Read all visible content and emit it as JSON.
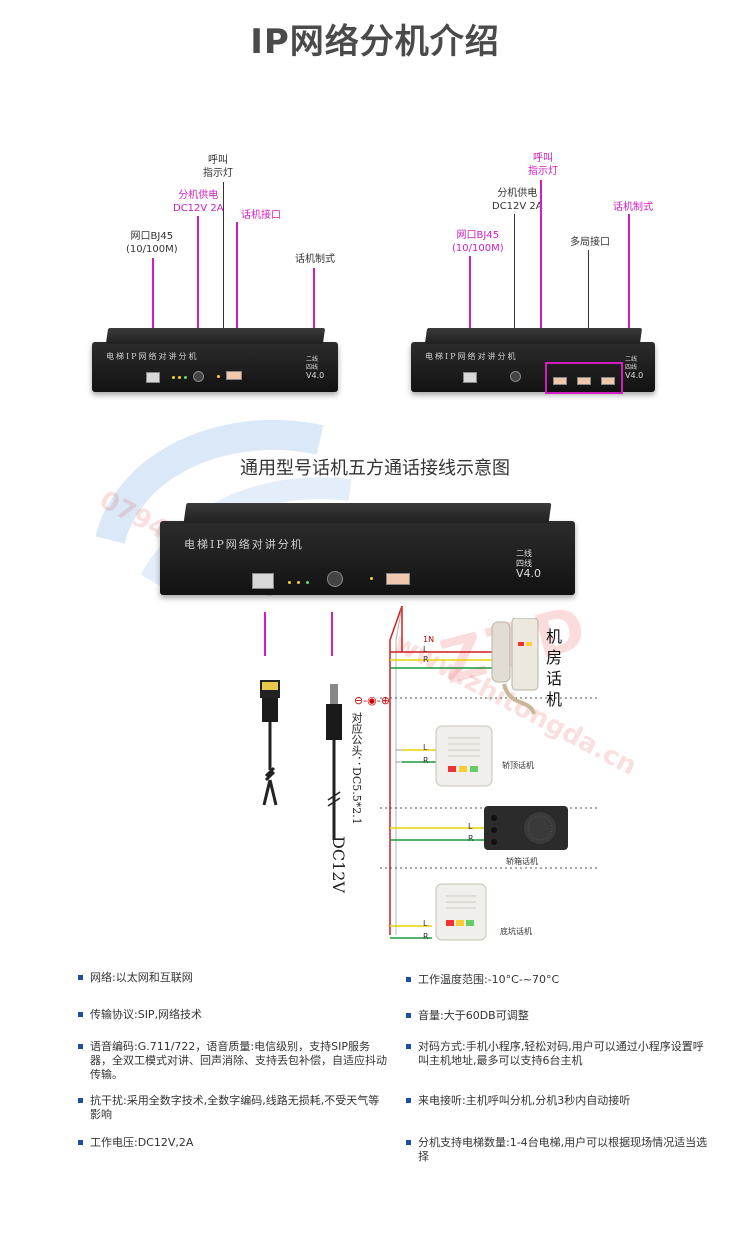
{
  "title": "IP网络分机介绍",
  "device1": {
    "labels": {
      "call_light": "呼叫\n指示灯",
      "power": "分机供电\nDC12V 2A",
      "handset_port": "话机接口",
      "network": "网口BJ45\n(10/100M)",
      "system": "话机制式"
    },
    "name": "电梯IP网络对讲分机",
    "system_marks": [
      "二线",
      "四线",
      "V4.0"
    ]
  },
  "device2": {
    "labels": {
      "call_light": "呼叫\n指示灯",
      "power": "分机供电\nDC12V 2A",
      "system": "话机制式",
      "network": "网口BJ45\n(10/100M)",
      "multi_port": "多局接口"
    },
    "name": "电梯IP网络对讲分机",
    "system_marks": [
      "二线",
      "四线",
      "V4.0"
    ]
  },
  "diagram": {
    "title": "通用型号话机五方通话接线示意图",
    "device_name": "电梯IP网络对讲分机",
    "system_marks": [
      "二线",
      "四线",
      "V4.0"
    ],
    "connector_note": "对应公头：DC5.5*2.1",
    "dc": "DC12V",
    "machine_room": "机房话机",
    "car_top": "轿顶话机",
    "car": "轿箱话机",
    "pit": "底坑话机",
    "wire_labels": {
      "n": "1N",
      "l": "L",
      "r": "R"
    },
    "watermark_number": "07942288818",
    "watermark_site": "www.zhitongda.cn"
  },
  "specs": {
    "left": [
      "网络:以太网和互联网",
      "传输协议:SIP,网络技术",
      "语音编码:G.711/722，语音质量:电信级别，支持SIP服务器，全双工模式对讲、回声消除、支持丢包补偿，自适应抖动传输。",
      "抗干扰:采用全数字技术,全数字编码,线路无损耗,不受天气等影响",
      "工作电压:DC12V,2A"
    ],
    "right": [
      "工作温度范围:-10°C-~70°C",
      "音量:大于60DB可调整",
      "对码方式:手机小程序,轻松对码,用户可以通过小程序设置呼叫主机地址,最多可以支持6台主机",
      "来电接听:主机呼叫分机,分机3秒内自动接听",
      "分机支持电梯数量:1-4台电梯,用户可以根据现场情况适当选择"
    ]
  }
}
